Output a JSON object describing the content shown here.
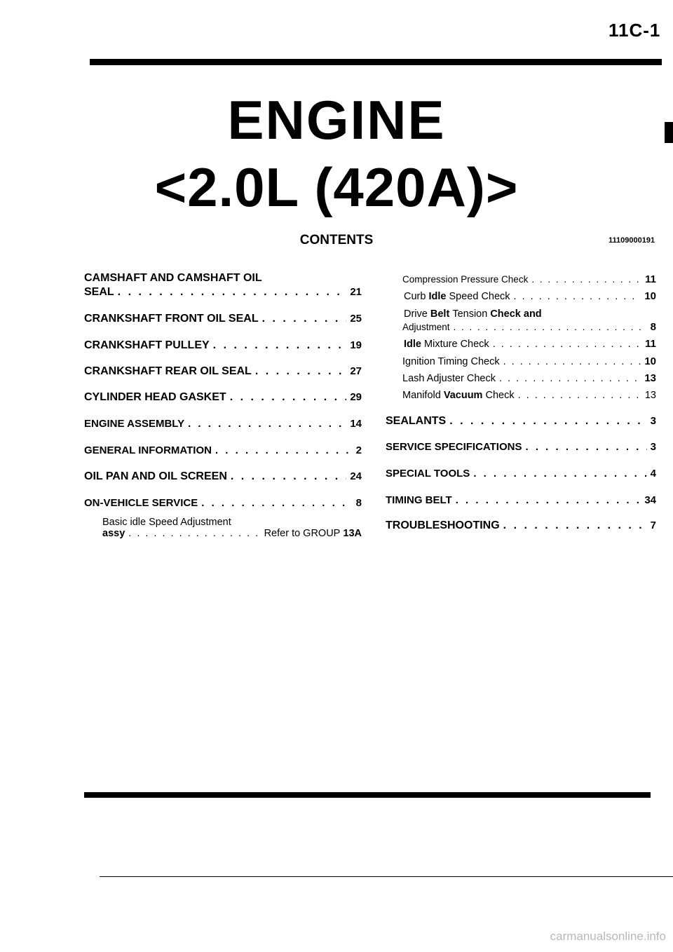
{
  "header": {
    "page_number": "11C-1",
    "title_line1": "ENGINE",
    "title_line2": "<2.0L (420A)>",
    "contents_label": "CONTENTS",
    "doc_code": "11109000191"
  },
  "left": {
    "camshaft_line1": "CAMSHAFT AND CAMSHAFT OIL",
    "camshaft_line2": "SEAL",
    "camshaft_page": "21",
    "crank_front": "CRANKSHAFT FRONT OIL SEAL",
    "crank_front_page": "25",
    "crank_pulley": "CRANKSHAFT PULLEY",
    "crank_pulley_page": "19",
    "crank_rear": "CRANKSHAFT REAR OIL SEAL",
    "crank_rear_page": "27",
    "cyl_head": "CYLINDER HEAD GASKET",
    "cyl_head_page": "29",
    "engine_assy": "ENGINE ASSEMBLY",
    "engine_assy_page": "14",
    "general_info": "GENERAL INFORMATION",
    "general_info_page": "2",
    "oil_pan": "OIL PAN AND OIL SCREEN",
    "oil_pan_page": "24",
    "on_vehicle": "ON-VEHICLE SERVICE",
    "on_vehicle_page": "8",
    "basic_idle_line1": "Basic idle Speed Adjustment",
    "basic_idle_line2": "assy",
    "basic_idle_ref_text": "Refer to GROUP",
    "basic_idle_ref_group": "13A"
  },
  "right": {
    "compression": "Compression Pressure Check",
    "compression_page": "11",
    "curb_1": "Curb",
    "curb_idle": "Idle",
    "curb_2": "Speed Check",
    "curb_page": "10",
    "drive_1": "Drive",
    "drive_belt": "Belt",
    "drive_2": "Tension",
    "drive_check_and": "Check and",
    "drive_line2": "Adjustment",
    "drive_page": "8",
    "idle_mix_idle": "Idle",
    "idle_mix": "Mixture Check",
    "idle_mix_page": "11",
    "ignition": "Ignition Timing Check",
    "ignition_page": "10",
    "lash": "Lash Adjuster Check",
    "lash_page": "13",
    "manifold_1": "Manifold",
    "manifold_vacuum": "Vacuum",
    "manifold_2": "Check",
    "manifold_page": "13",
    "sealants": "SEALANTS",
    "sealants_page": "3",
    "service_specs": "SERVICE SPECIFICATIONS",
    "service_specs_page": "3",
    "special_tools": "SPECIAL TOOLS",
    "special_tools_page": "4",
    "timing_belt": "TIMING BELT",
    "timing_belt_page": "34",
    "troubleshooting": "TROUBLESHOOTING",
    "troubleshooting_page": "7"
  },
  "footer": {
    "watermark": "carmanualsonline.info"
  }
}
